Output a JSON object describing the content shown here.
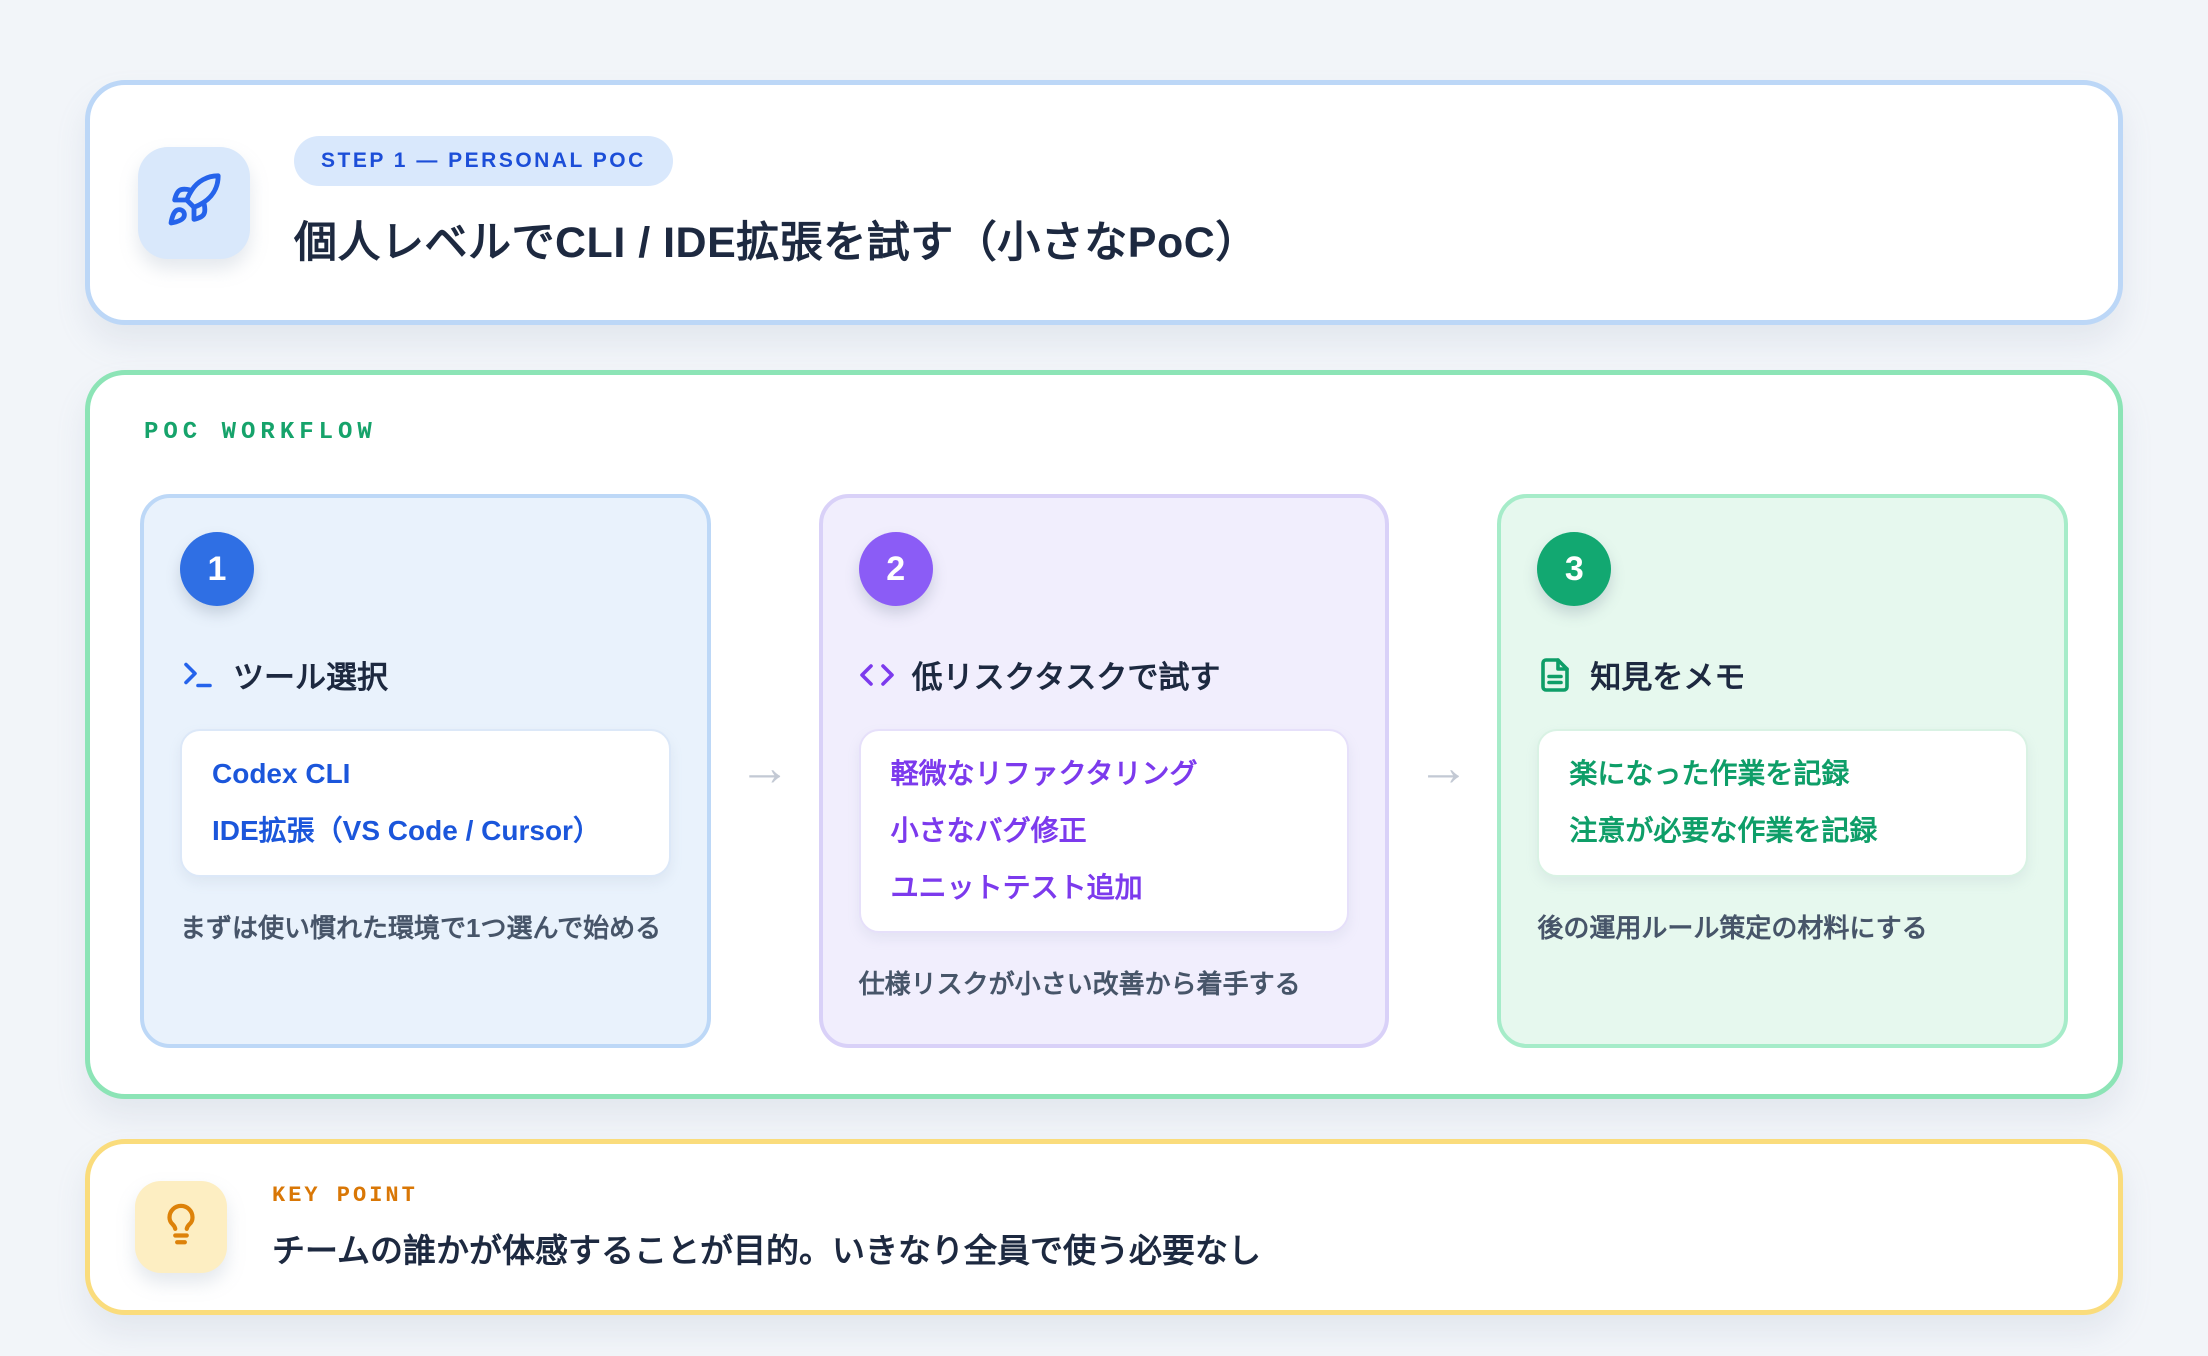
{
  "header": {
    "badge": "STEP 1 — PERSONAL POC",
    "title": "個人レベルでCLI / IDE拡張を試す（小さなPoC）"
  },
  "workflow": {
    "label": "POC WORKFLOW",
    "arrow": "→",
    "cards": [
      {
        "number": "1",
        "icon": "terminal-icon",
        "title": "ツール選択",
        "items": [
          "Codex CLI",
          "IDE拡張（VS Code / Cursor）"
        ],
        "caption": "まずは使い慣れた環境で1つ選んで始める",
        "accent": "#2f6fe4"
      },
      {
        "number": "2",
        "icon": "code-icon",
        "title": "低リスクタスクで試す",
        "items": [
          "軽微なリファクタリング",
          "小さなバグ修正",
          "ユニットテスト追加"
        ],
        "caption": "仕様リスクが小さい改善から着手する",
        "accent": "#8b5cf6"
      },
      {
        "number": "3",
        "icon": "file-text-icon",
        "title": "知見をメモ",
        "items": [
          "楽になった作業を記録",
          "注意が必要な作業を記録"
        ],
        "caption": "後の運用ルール策定の材料にする",
        "accent": "#12a871"
      }
    ]
  },
  "keypoint": {
    "label": "KEY POINT",
    "text": "チームの誰かが体感することが目的。いきなり全員で使う必要なし"
  },
  "colors": {
    "page_background": "#f2f5f9",
    "header_border": "#bcd7f7",
    "workflow_border": "#8ce4b6",
    "keypoint_border": "#fadc7c",
    "badge_text": "#1c4ed8",
    "title_text": "#1d2940",
    "workflow_label": "#16a36b",
    "keypoint_label": "#d97706",
    "arrow": "#c3c9d4"
  }
}
